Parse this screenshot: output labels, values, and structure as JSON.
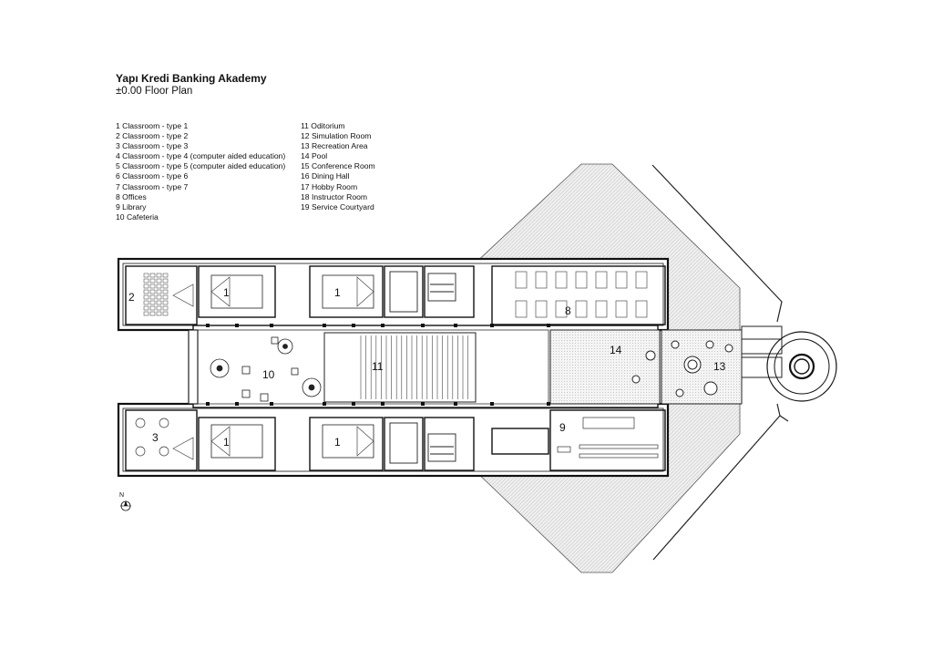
{
  "header": {
    "title": "Yapı Kredi Banking Akademy",
    "subtitle": "±0.00 Floor Plan"
  },
  "legend": {
    "left": [
      "1 Classroom - type 1",
      "2 Classroom - type 2",
      "3 Classroom - type 3",
      "4 Classroom - type 4 (computer aided education)",
      "5 Classroom - type 5 (computer aided education)",
      "6 Classroom - type 6",
      "7 Classroom - type 7",
      "8 Offices",
      "9 Library",
      "10 Cafeteria"
    ],
    "right": [
      "11 Oditorium",
      "12 Simulation Room",
      "13 Recreation Area",
      "14 Pool",
      "15 Conference Room",
      "16 Dining Hall",
      "17 Hobby Room",
      "18 Instructor Room",
      "19 Service Courtyard"
    ]
  },
  "plan": {
    "room_labels": {
      "r2": "2",
      "r1a": "1",
      "r1b": "1",
      "r8": "8",
      "r14": "14",
      "r13": "13",
      "r10": "10",
      "r11": "11",
      "r3": "3",
      "r1c": "1",
      "r1d": "1",
      "r9": "9"
    },
    "north_label": "N"
  }
}
